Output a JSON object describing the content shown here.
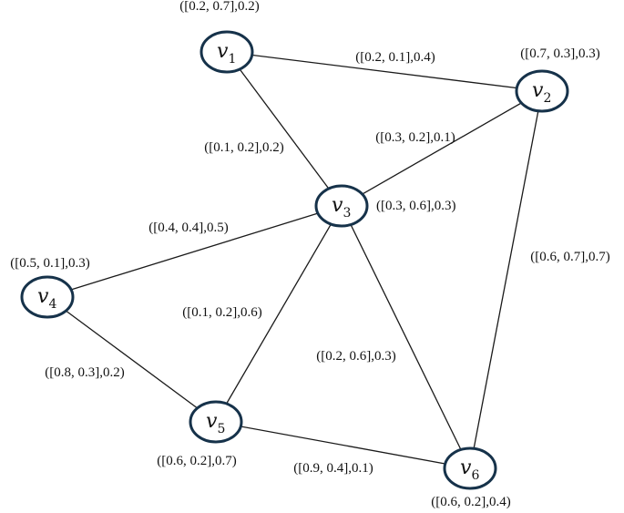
{
  "graph": {
    "nodes": [
      {
        "id": "v1",
        "symbol": "v",
        "index": "1",
        "weight": "([0.2, 0.7],0.2)"
      },
      {
        "id": "v2",
        "symbol": "v",
        "index": "2",
        "weight": "([0.7, 0.3],0.3)"
      },
      {
        "id": "v3",
        "symbol": "v",
        "index": "3",
        "weight": "([0.3, 0.6],0.3)"
      },
      {
        "id": "v4",
        "symbol": "v",
        "index": "4",
        "weight": "([0.5, 0.1],0.3)"
      },
      {
        "id": "v5",
        "symbol": "v",
        "index": "5",
        "weight": "([0.6, 0.2],0.7)"
      },
      {
        "id": "v6",
        "symbol": "v",
        "index": "6",
        "weight": "([0.6, 0.2],0.4)"
      }
    ],
    "edges": [
      {
        "from": "v1",
        "to": "v2",
        "weight": "([0.2, 0.1],0.4)"
      },
      {
        "from": "v1",
        "to": "v3",
        "weight": "([0.1, 0.2],0.2)"
      },
      {
        "from": "v2",
        "to": "v3",
        "weight": "([0.3, 0.2],0.1)"
      },
      {
        "from": "v2",
        "to": "v6",
        "weight": "([0.6, 0.7],0.7)"
      },
      {
        "from": "v3",
        "to": "v4",
        "weight": "([0.4, 0.4],0.5)"
      },
      {
        "from": "v3",
        "to": "v5",
        "weight": "([0.1, 0.2],0.6)"
      },
      {
        "from": "v3",
        "to": "v6",
        "weight": "([0.2, 0.6],0.3)"
      },
      {
        "from": "v4",
        "to": "v5",
        "weight": "([0.8, 0.3],0.2)"
      },
      {
        "from": "v5",
        "to": "v6",
        "weight": "([0.9, 0.4],0.1)"
      }
    ]
  }
}
